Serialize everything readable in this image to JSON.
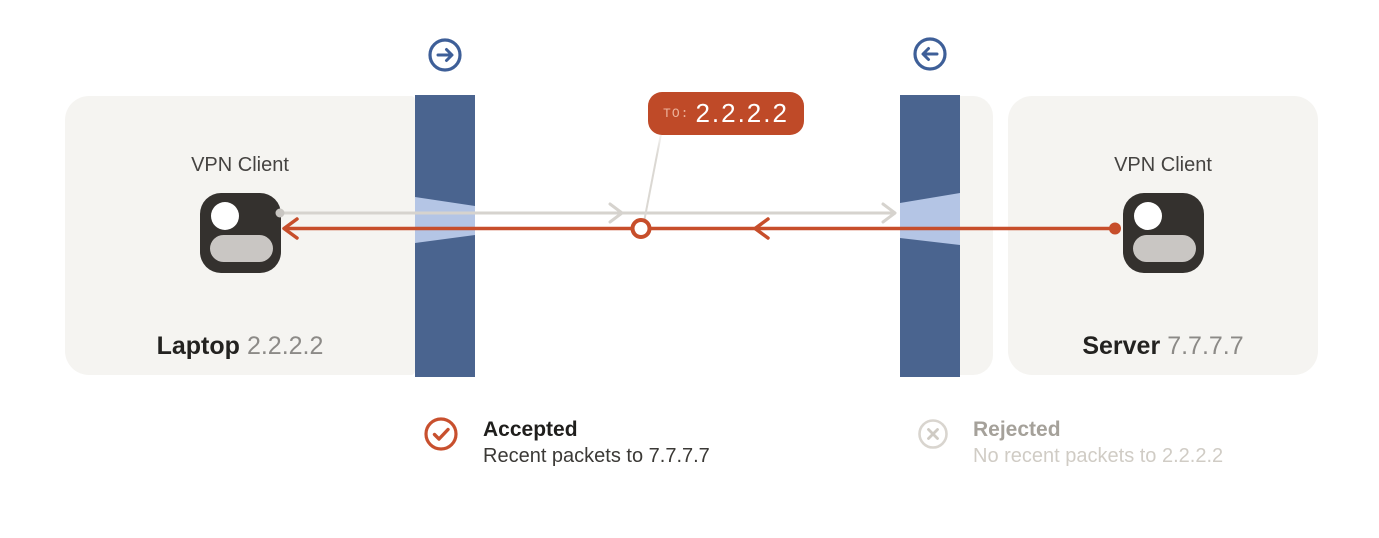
{
  "diagram": {
    "left_node": {
      "role_label": "VPN Client",
      "device_name": "Laptop",
      "ip": "2.2.2.2"
    },
    "right_node": {
      "role_label": "VPN Client",
      "device_name": "Server",
      "ip": "7.7.7.7"
    },
    "packet_badge": {
      "prefix": "TO:",
      "destination": "2.2.2.2"
    },
    "left_firewall_status": {
      "title": "Accepted",
      "detail": "Recent packets to 7.7.7.7",
      "state": "accepted"
    },
    "right_firewall_status": {
      "title": "Rejected",
      "detail": "No recent packets to 2.2.2.2",
      "state": "rejected"
    },
    "icons": {
      "left_firewall_direction": "arrow-right-circle",
      "right_firewall_direction": "arrow-left-circle",
      "accepted_icon": "check-circle",
      "rejected_icon": "x-circle"
    },
    "colors": {
      "accent_orange": "#c74e2b",
      "badge_background": "#bf4a28",
      "firewall_blue": "#4a648f",
      "funnel_light_blue": "#b4c5e5",
      "inactive_gray": "#d6d3ce",
      "card_background": "#f5f4f1",
      "direction_icon_blue": "#3e5f98"
    }
  }
}
